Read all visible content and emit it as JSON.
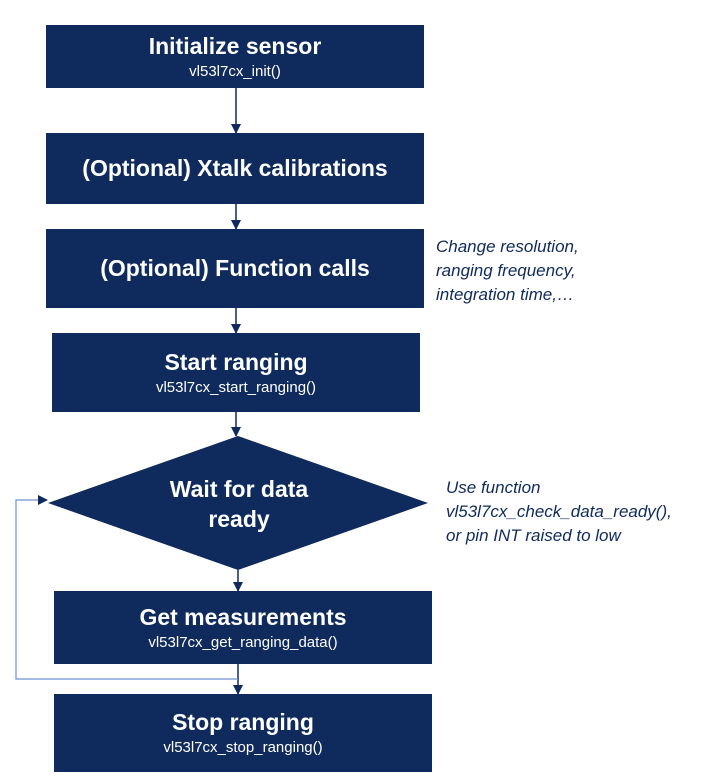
{
  "steps": {
    "init": {
      "title": "Initialize sensor",
      "fn": "vl53l7cx_init()"
    },
    "xtalk": {
      "title": "(Optional) Xtalk calibrations"
    },
    "functions": {
      "title": "(Optional) Function calls"
    },
    "start": {
      "title": "Start ranging",
      "fn": "vl53l7cx_start_ranging()"
    },
    "wait": {
      "title_line1": "Wait for data",
      "title_line2": "ready"
    },
    "get": {
      "title": "Get measurements",
      "fn": "vl53l7cx_get_ranging_data()"
    },
    "stop": {
      "title": "Stop ranging",
      "fn": "vl53l7cx_stop_ranging()"
    }
  },
  "notes": {
    "functions": [
      "Change resolution,",
      "ranging frequency,",
      "integration time,…"
    ],
    "wait": [
      "Use function",
      "vl53l7cx_check_data_ready(),",
      "or pin INT raised to low"
    ]
  },
  "colors": {
    "box": "#0f2a5c",
    "line": "#0f2a5c",
    "loop_line": "#6d8fd6",
    "note_text": "#0f2a5c"
  }
}
